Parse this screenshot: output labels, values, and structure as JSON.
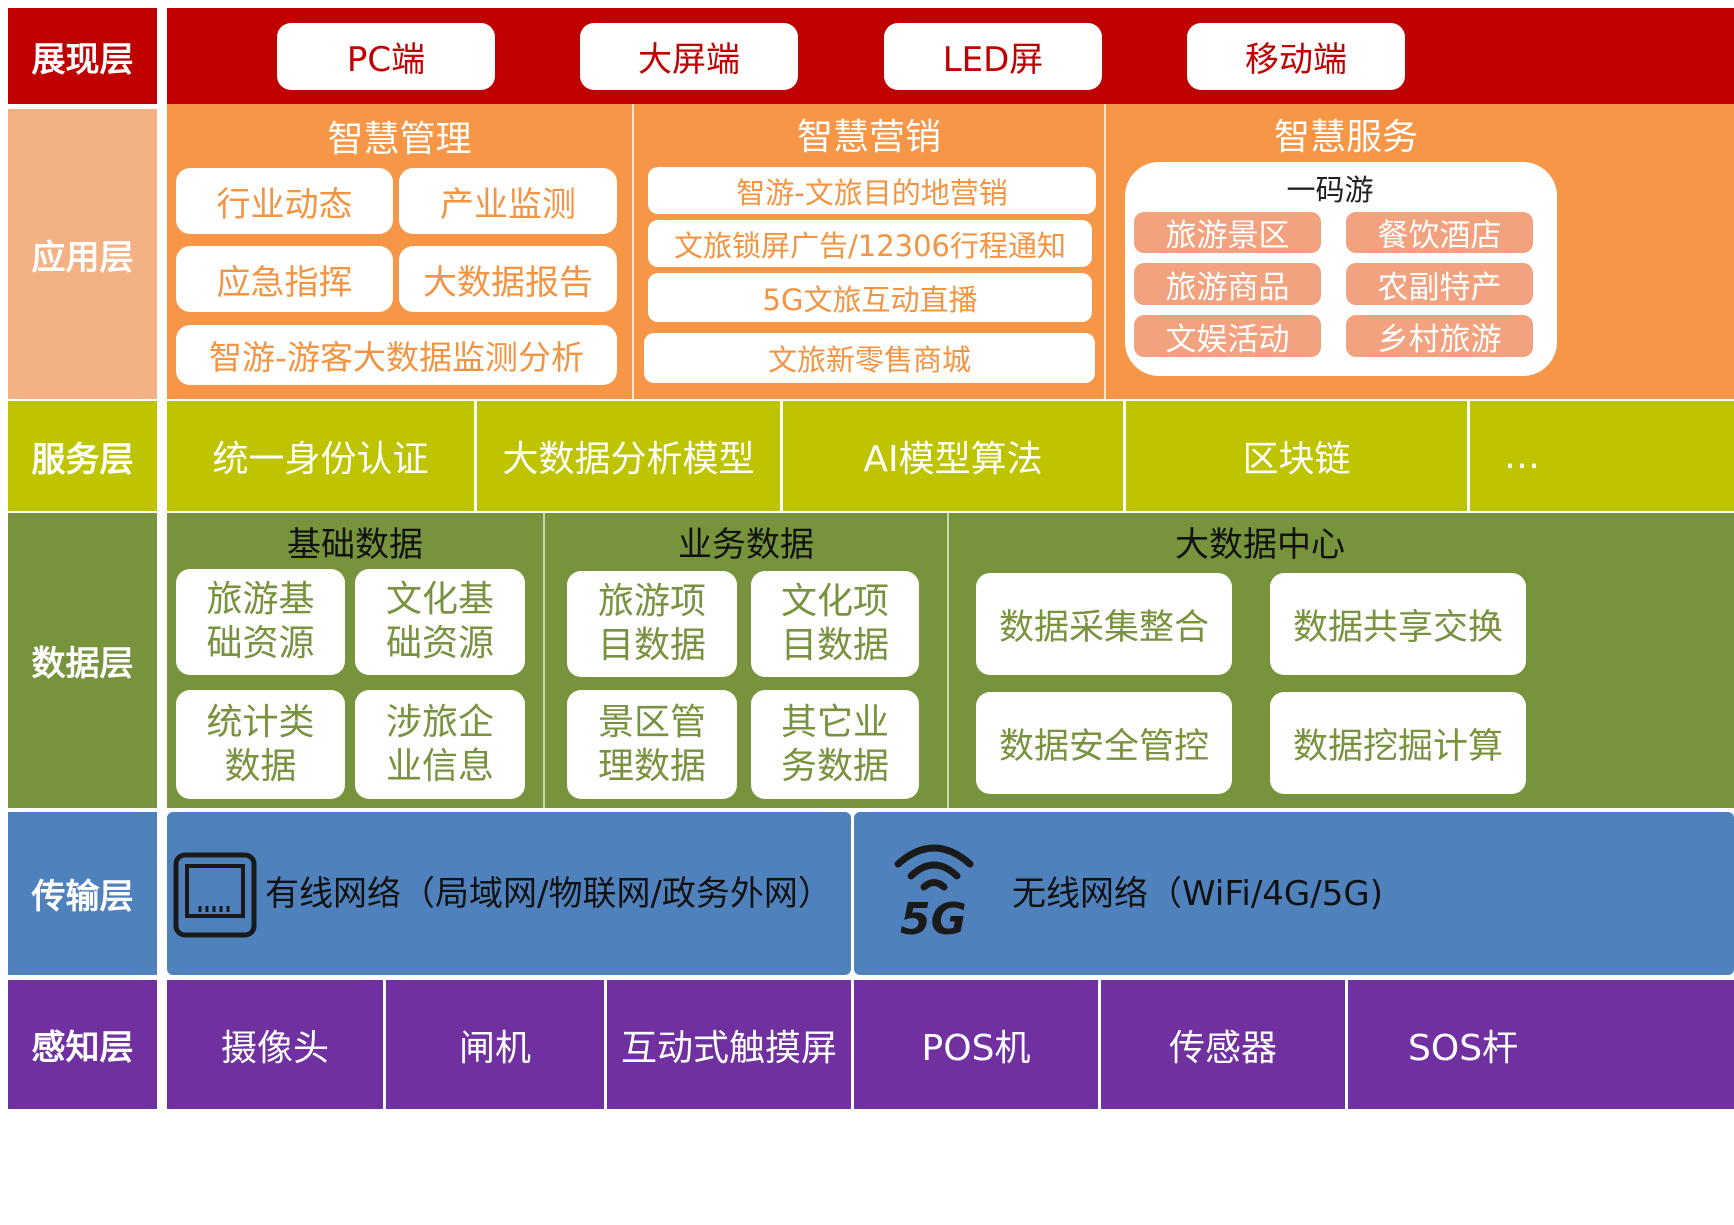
{
  "colors": {
    "red": "#c00000",
    "peach": "#f4b183",
    "orange": "#f79646",
    "olive": "#bec400",
    "green": "#77933c",
    "blue": "#4f81bd",
    "purple": "#7030a0",
    "box_text_orange": "#f39442",
    "box_text_green": "#78923e",
    "pink_tag": "#f2a27e"
  },
  "layers": {
    "presentation": "展现层",
    "application": "应用层",
    "service": "服务层",
    "data": "数据层",
    "transport": "传输层",
    "perception": "感知层"
  },
  "presentation": {
    "items": [
      "PC端",
      "大屏端",
      "LED屏",
      "移动端"
    ]
  },
  "application": {
    "management": {
      "title": "智慧管理",
      "items": [
        "行业动态",
        "产业监测",
        "应急指挥",
        "大数据报告"
      ],
      "wide": "智游-游客大数据监测分析"
    },
    "marketing": {
      "title": "智慧营销",
      "items": [
        "智游-文旅目的地营销",
        "文旅锁屏广告/12306行程通知",
        "5G文旅互动直播",
        "文旅新零售商城"
      ]
    },
    "service": {
      "title": "智慧服务",
      "panel_title": "一码游",
      "tags": [
        "旅游景区",
        "餐饮酒店",
        "旅游商品",
        "农副特产",
        "文娱活动",
        "乡村旅游"
      ]
    }
  },
  "service": {
    "items": [
      "统一身份认证",
      "大数据分析模型",
      "AI模型算法",
      "区块链",
      "…"
    ]
  },
  "data": {
    "basic": {
      "title": "基础数据",
      "items": [
        [
          "旅游基",
          "础资源"
        ],
        [
          "文化基",
          "础资源"
        ],
        [
          "统计类",
          "数据"
        ],
        [
          "涉旅企",
          "业信息"
        ]
      ]
    },
    "business": {
      "title": "业务数据",
      "items": [
        [
          "旅游项",
          "目数据"
        ],
        [
          "文化项",
          "目数据"
        ],
        [
          "景区管",
          "理数据"
        ],
        [
          "其它业",
          "务数据"
        ]
      ]
    },
    "bigdata": {
      "title": "大数据中心",
      "items": [
        "数据采集整合",
        "数据共享交换",
        "数据安全管控",
        "数据挖掘计算"
      ]
    }
  },
  "transport": {
    "wired": "有线网络（局域网/物联网/政务外网）",
    "wireless": "无线网络（WiFi/4G/5G)",
    "icon_5g_text": "5G",
    "wired_icon": "ethernet-port-icon",
    "wireless_icon": "wifi-5g-icon"
  },
  "perception": {
    "items": [
      "摄像头",
      "闸机",
      "互动式触摸屏",
      "POS机",
      "传感器",
      "SOS杆"
    ]
  }
}
